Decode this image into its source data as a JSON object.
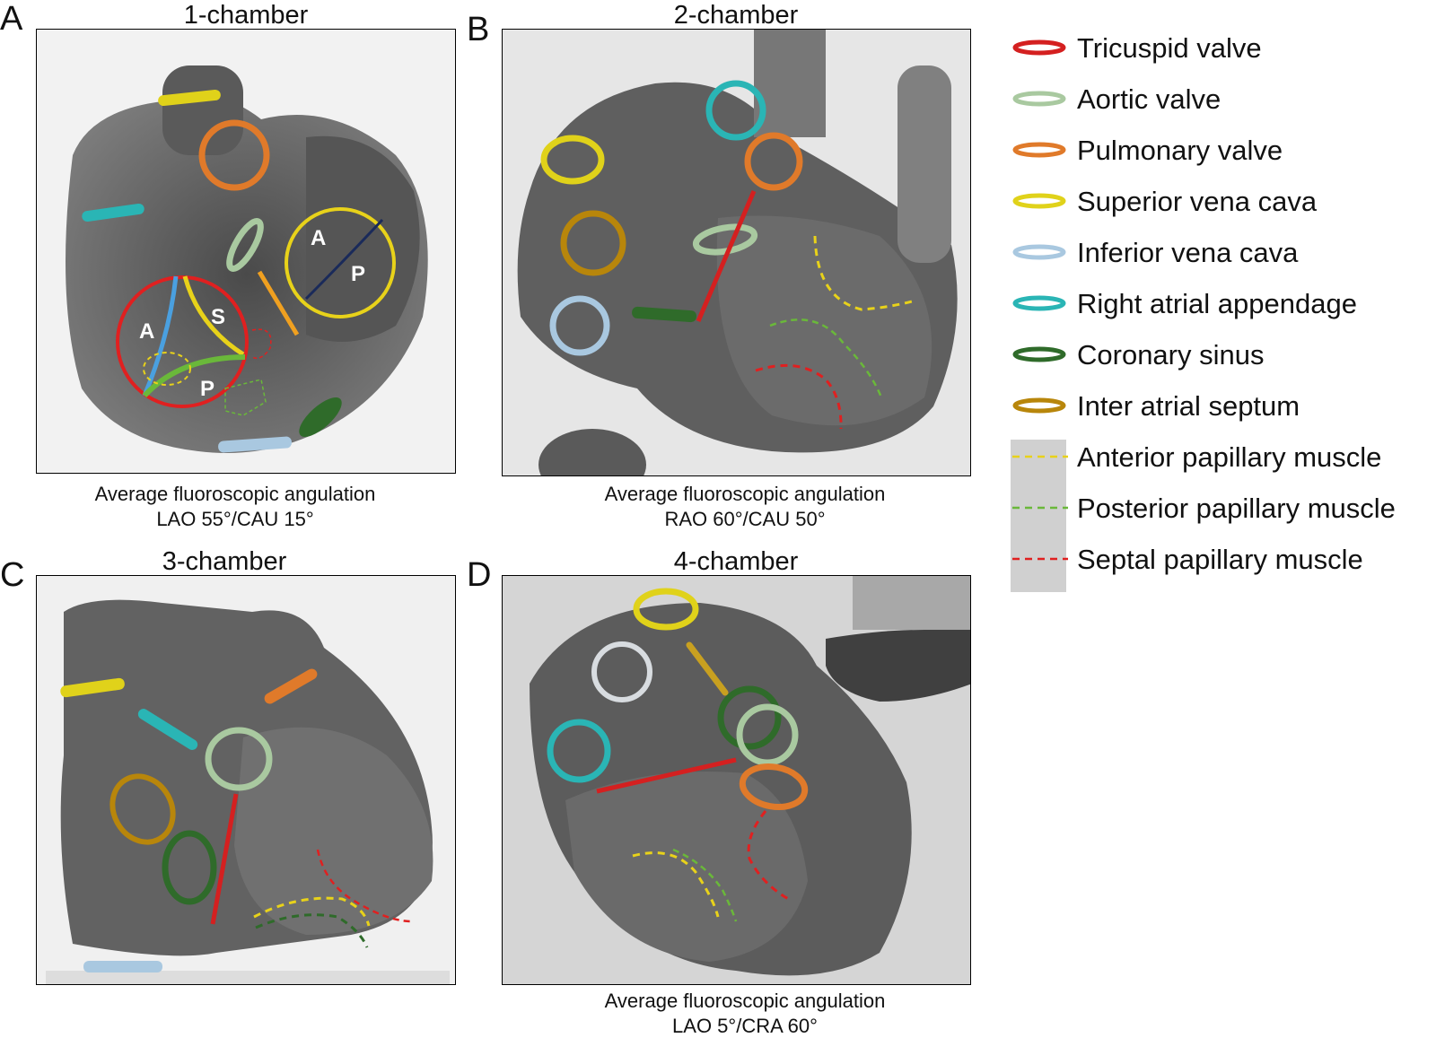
{
  "panels": [
    {
      "letter": "A",
      "title": "1-chamber",
      "caption_line1": "Average fluoroscopic angulation",
      "caption_line2": "LAO 55°/CAU 15°",
      "labels": {
        "tv_a": "A",
        "tv_s": "S",
        "tv_p": "P",
        "mv_a": "A",
        "mv_p": "P"
      }
    },
    {
      "letter": "B",
      "title": "2-chamber",
      "caption_line1": "Average fluoroscopic angulation",
      "caption_line2": "RAO 60°/CAU 50°"
    },
    {
      "letter": "C",
      "title": "3-chamber",
      "caption_line1": "",
      "caption_line2": ""
    },
    {
      "letter": "D",
      "title": "4-chamber",
      "caption_line1": "Average fluoroscopic angulation",
      "caption_line2": "LAO 5°/CRA 60°"
    }
  ],
  "legend": [
    {
      "label": "Tricuspid valve",
      "color": "#d42020",
      "kind": "ring"
    },
    {
      "label": "Aortic valve",
      "color": "#a9c9a0",
      "kind": "ring"
    },
    {
      "label": "Pulmonary valve",
      "color": "#e07a2a",
      "kind": "ring"
    },
    {
      "label": "Superior vena cava",
      "color": "#e0d21a",
      "kind": "ring"
    },
    {
      "label": "Inferior vena cava",
      "color": "#a9c8e0",
      "kind": "ring"
    },
    {
      "label": "Right atrial appendage",
      "color": "#2ab5b5",
      "kind": "ring"
    },
    {
      "label": "Coronary sinus",
      "color": "#2f6b2a",
      "kind": "ring"
    },
    {
      "label": "Inter atrial septum",
      "color": "#b8860b",
      "kind": "ring"
    },
    {
      "label": "Anterior papillary muscle",
      "color": "#e8d21a",
      "kind": "dash"
    },
    {
      "label": "Posterior papillary muscle",
      "color": "#6ab83a",
      "kind": "dash"
    },
    {
      "label": "Septal papillary muscle",
      "color": "#e02020",
      "kind": "dash"
    }
  ]
}
